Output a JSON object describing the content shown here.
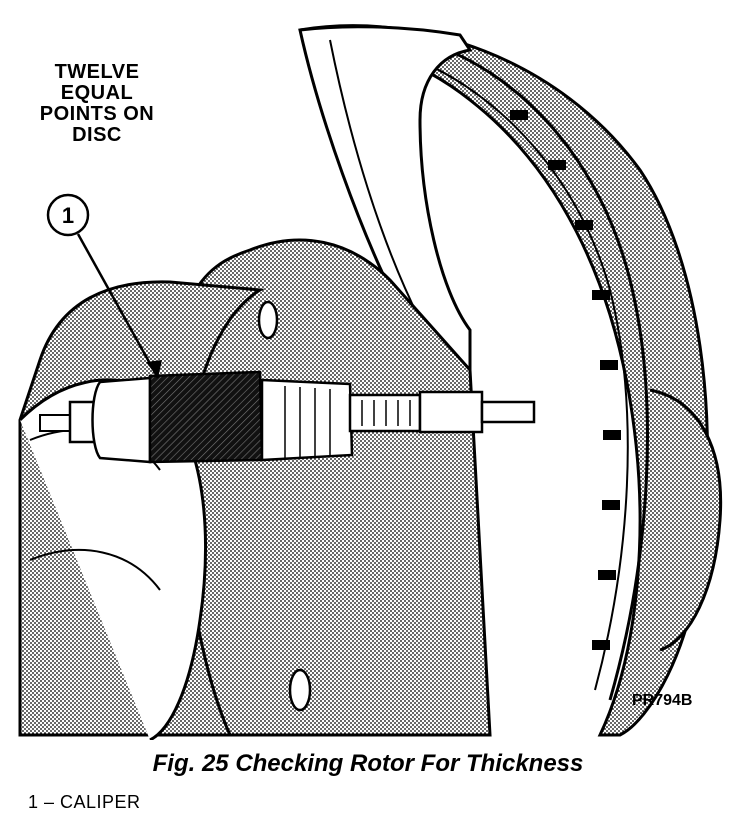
{
  "note_lines": [
    "TWELVE",
    "EQUAL",
    "POINTS ON",
    "DISC"
  ],
  "callout": {
    "number": "1"
  },
  "figure_code": "PR794B",
  "caption": "Fig. 25 Checking Rotor For Thickness",
  "legend": [
    {
      "text": "1  –  CALIPER"
    }
  ],
  "colors": {
    "ink": "#000000",
    "paper": "#ffffff",
    "shade": "#9a9a9a",
    "dark_shade": "#3a3a3a"
  }
}
